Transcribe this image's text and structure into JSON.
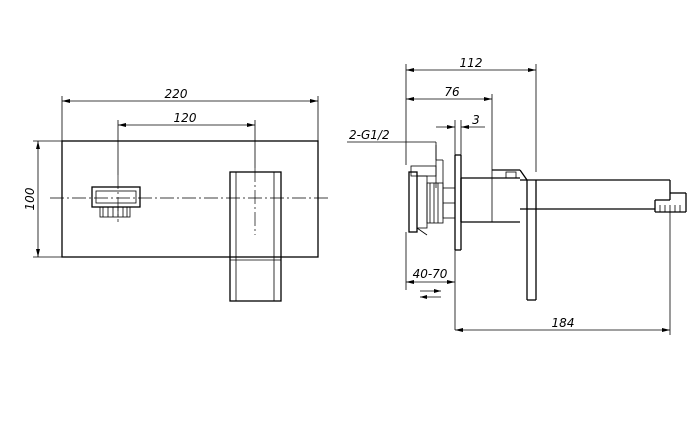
{
  "drawing": {
    "dimensions": {
      "front_width": "220",
      "front_spacing": "120",
      "front_height": "100",
      "side_total_depth": "112",
      "side_depth": "76",
      "side_plate": "3",
      "connection": "2-G1/2",
      "wall_range": "40-70",
      "spout_reach": "184"
    }
  }
}
